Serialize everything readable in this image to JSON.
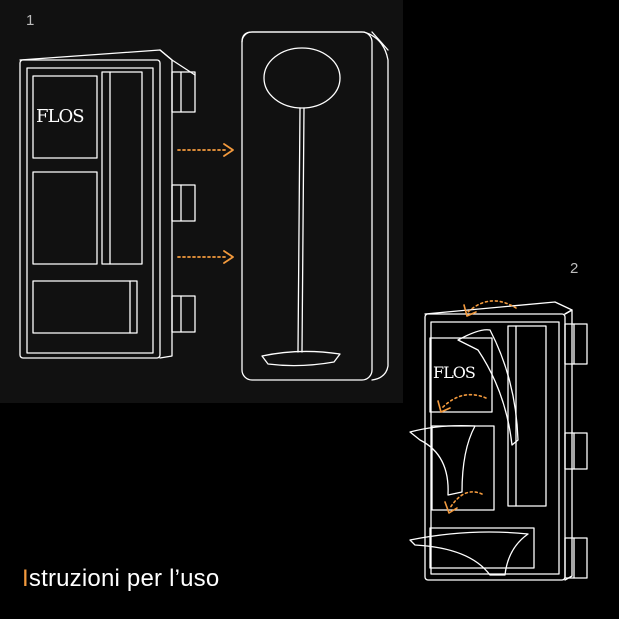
{
  "steps": {
    "one": "1",
    "two": "2"
  },
  "brand": {
    "logo_text": "FLOS"
  },
  "title": {
    "first_letter": "I",
    "rest": "struzioni per l’uso"
  },
  "colors": {
    "accent": "#f39a3d",
    "line": "#ffffff",
    "panel": "#111111",
    "background": "#000000"
  },
  "icons": [
    "dotted-arrow-right",
    "curved-dotted-arrow"
  ]
}
